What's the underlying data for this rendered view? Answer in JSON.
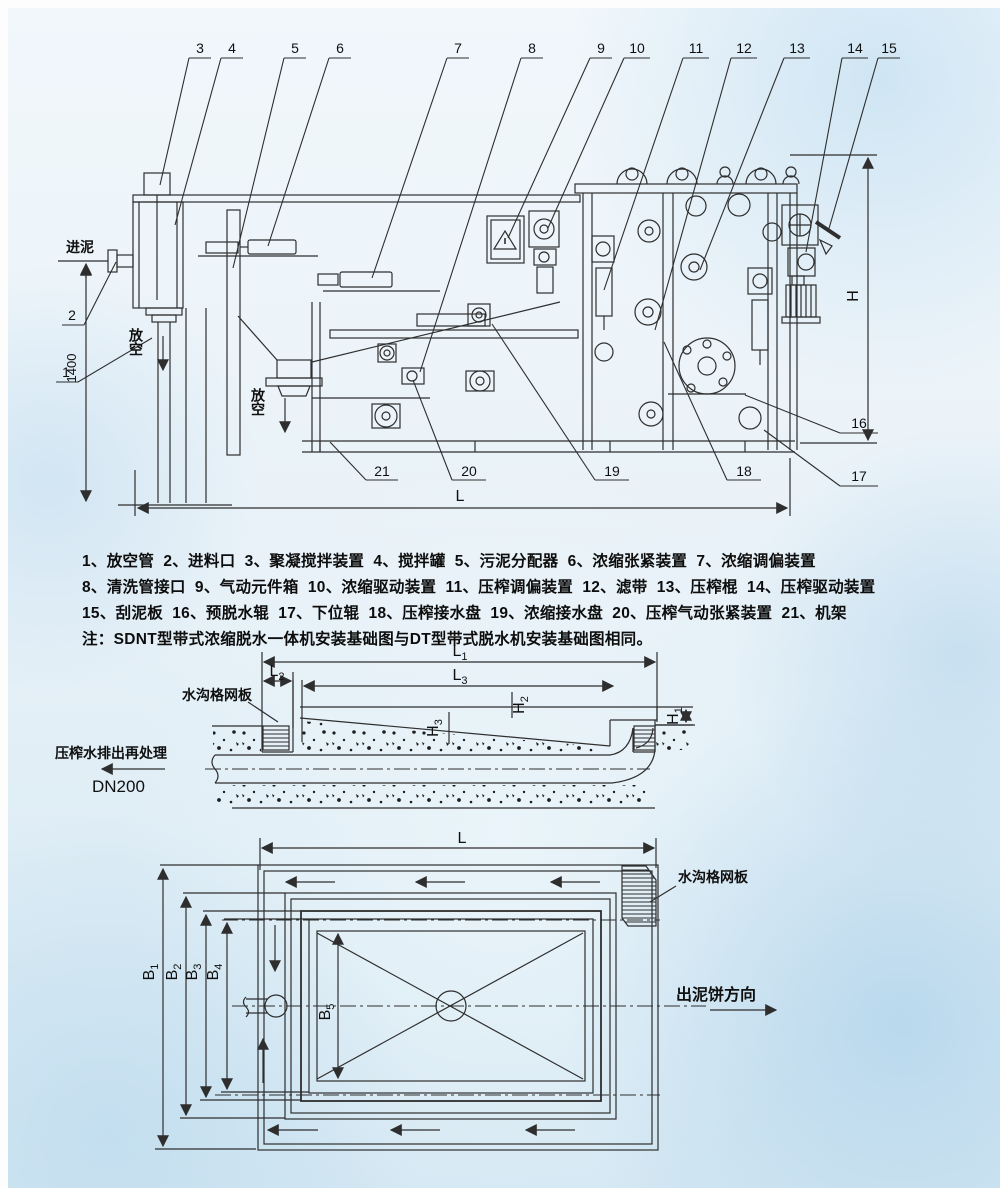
{
  "colors": {
    "ink": "#2e2e2e",
    "text": "#101010",
    "background": "#e9f2f8"
  },
  "elevation": {
    "callouts": [
      "3",
      "4",
      "5",
      "6",
      "7",
      "8",
      "9",
      "10",
      "11",
      "12",
      "13",
      "14",
      "15"
    ],
    "callout_1": "1",
    "callout_2": "2",
    "callout_16": "16",
    "callout_17": "17",
    "callout_18": "18",
    "callout_19": "19",
    "callout_20": "20",
    "callout_21": "21",
    "inlet_label": "进泥",
    "tank_drain_label": "放空",
    "hopper_drain_label": "放空",
    "dim_1400": "1400",
    "dim_H": "H",
    "dim_L": "L"
  },
  "legend": {
    "line1": "1、放空管  2、进料口  3、聚凝搅拌装置  4、搅拌罐  5、污泥分配器  6、浓缩张紧装置  7、浓缩调偏装置",
    "line2": "8、清洗管接口  9、气动元件箱  10、浓缩驱动装置  11、压榨调偏装置  12、滤带  13、压榨棍  14、压榨驱动装置",
    "line3": "15、刮泥板  16、预脱水辊  17、下位辊  18、压榨接水盘  19、浓缩接水盘  20、压榨气动张紧装置  21、机架",
    "note": "注：SDNT型带式浓缩脱水一体机安装基础图与DT型带式脱水机安装基础图相同。"
  },
  "section": {
    "dims": {
      "L1": {
        "main": "L",
        "sub": "1"
      },
      "L2": {
        "main": "L",
        "sub": "2"
      },
      "L3": {
        "main": "L",
        "sub": "3"
      },
      "H1": {
        "main": "H",
        "sub": "1"
      },
      "H2": {
        "main": "H",
        "sub": "2"
      },
      "H3": {
        "main": "H",
        "sub": "3"
      }
    },
    "grid_plate_label": "水沟格网板",
    "discharge_label": "压榨水排出再处理",
    "pipe_size": "DN200"
  },
  "plan": {
    "dim_L": "L",
    "dims": {
      "B1": {
        "main": "B",
        "sub": "1"
      },
      "B2": {
        "main": "B",
        "sub": "2"
      },
      "B3": {
        "main": "B",
        "sub": "3"
      },
      "B4": {
        "main": "B",
        "sub": "4"
      },
      "B5": {
        "main": "B",
        "sub": "5"
      }
    },
    "grid_plate_label": "水沟格网板",
    "cake_direction_label": "出泥饼方向"
  }
}
